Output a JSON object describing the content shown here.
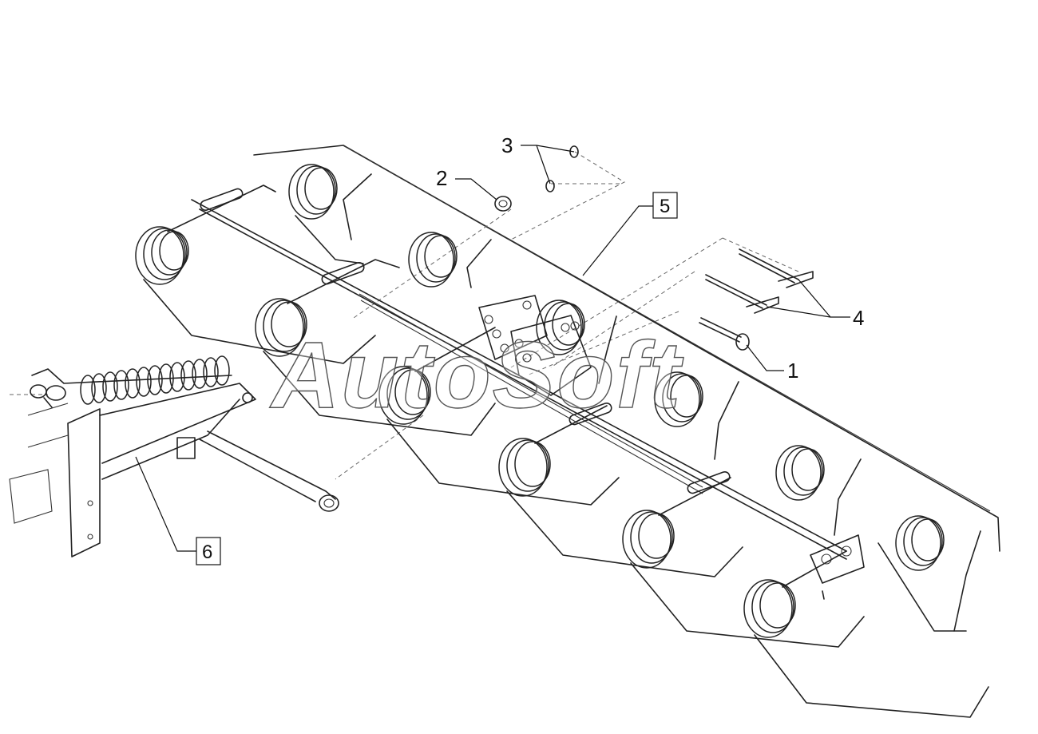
{
  "watermark": "AutoSoft",
  "callouts": {
    "c1": "1",
    "c2": "2",
    "c3": "3",
    "c4": "4",
    "c5": "5",
    "c6": "6"
  }
}
